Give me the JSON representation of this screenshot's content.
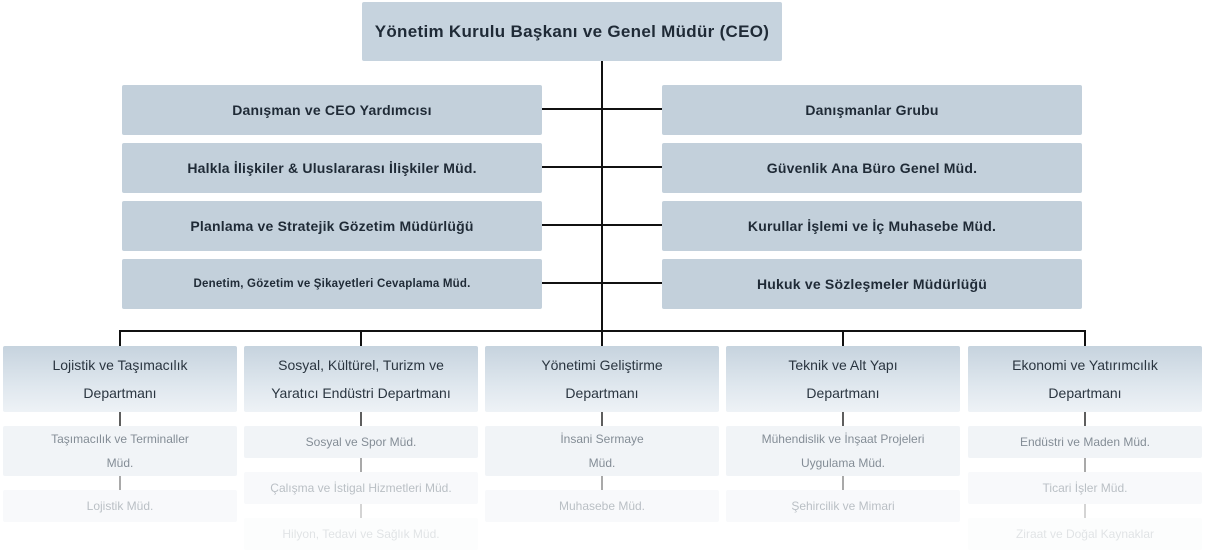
{
  "ceo": "Yönetim Kurulu Başkanı ve Genel Müdür (CEO)",
  "left_units": [
    "Danışman ve CEO Yardımcısı",
    "Halkla İlişkiler & Uluslararası İlişkiler Müd.",
    "Planlama ve Stratejik Gözetim Müdürlüğü",
    "Denetim, Gözetim ve Şikayetleri Cevaplama Müd."
  ],
  "right_units": [
    "Danışmanlar Grubu",
    "Güvenlik Ana Büro Genel Müd.",
    "Kurullar İşlemi ve İç Muhasebe Müd.",
    "Hukuk ve Sözleşmeler Müdürlüğü"
  ],
  "departments": [
    {
      "name_line1": "Lojistik ve Taşımacılık",
      "name_line2": "Departmanı",
      "subs": [
        {
          "line1": "Taşımacılık ve Terminaller",
          "line2": "Müd."
        },
        {
          "line1": "Lojistik Müd.",
          "line2": ""
        }
      ]
    },
    {
      "name_line1": "Sosyal, Kültürel, Turizm ve",
      "name_line2": "Yaratıcı Endüstri Departmanı",
      "subs": [
        {
          "line1": "Sosyal ve Spor Müd.",
          "line2": ""
        },
        {
          "line1": "Çalışma ve İstigal Hizmetleri Müd.",
          "line2": ""
        },
        {
          "line1": "Hilyon, Tedavi ve Sağlık Müd.",
          "line2": ""
        }
      ]
    },
    {
      "name_line1": "Yönetimi Geliştirme",
      "name_line2": "Departmanı",
      "subs": [
        {
          "line1": "İnsani Sermaye",
          "line2": "Müd."
        },
        {
          "line1": "Muhasebe Müd.",
          "line2": ""
        }
      ]
    },
    {
      "name_line1": "Teknik ve Alt Yapı",
      "name_line2": "Departmanı",
      "subs": [
        {
          "line1": "Mühendislik ve İnşaat Projeleri",
          "line2": "Uygulama Müd."
        },
        {
          "line1": "Şehircilik ve Mimari",
          "line2": ""
        }
      ]
    },
    {
      "name_line1": "Ekonomi ve Yatırımcılık",
      "name_line2": "Departmanı",
      "subs": [
        {
          "line1": "Endüstri ve Maden Müd.",
          "line2": ""
        },
        {
          "line1": "Ticari İşler Müd.",
          "line2": ""
        },
        {
          "line1": "Ziraat ve Doğal Kaynaklar",
          "line2": ""
        }
      ]
    }
  ]
}
